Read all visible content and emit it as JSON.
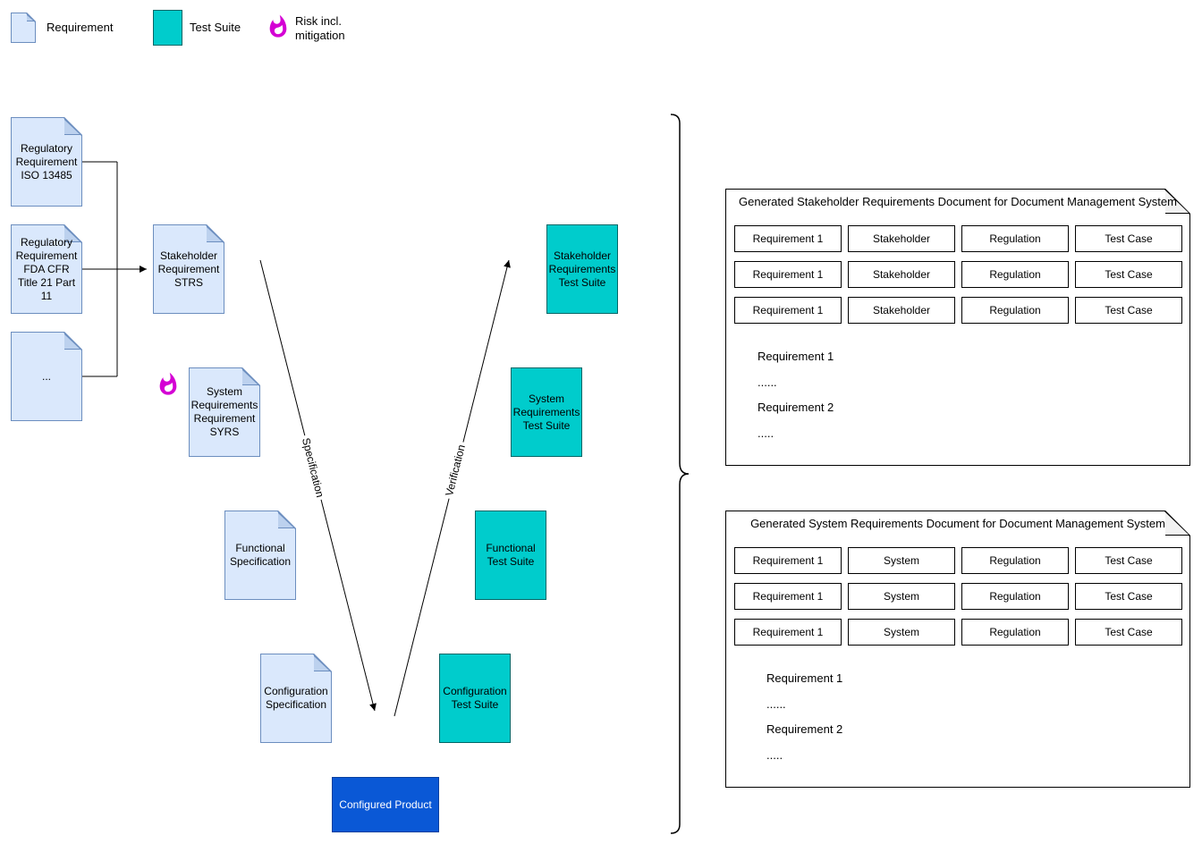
{
  "legend": {
    "requirement_label": "Requirement",
    "test_suite_label": "Test Suite",
    "risk_label": "Risk incl.\nmitigation"
  },
  "documents": {
    "reg_iso": "Regulatory Requirement ISO 13485",
    "reg_fda": "Regulatory Requirement FDA CFR Title 21 Part 11",
    "reg_more": "...",
    "strs": "Stakeholder Requirement STRS",
    "syrs": "System Requirements Requirement SYRS",
    "functional_spec": "Functional Specification",
    "config_spec": "Configuration Specification"
  },
  "test_suites": {
    "stakeholder": "Stakeholder Requirements Test Suite",
    "system": "System Requirements Test Suite",
    "functional": "Functional Test Suite",
    "configuration": "Configuration Test Suite"
  },
  "product": {
    "label": "Configured Product"
  },
  "arrows": {
    "specification": "Specification",
    "verification": "Verification"
  },
  "panels": [
    {
      "title": "Generated Stakeholder Requirements Document for Document Management System",
      "rows": [
        [
          "Requirement 1",
          "Stakeholder",
          "Regulation",
          "Test Case"
        ],
        [
          "Requirement 1",
          "Stakeholder",
          "Regulation",
          "Test Case"
        ],
        [
          "Requirement 1",
          "Stakeholder",
          "Regulation",
          "Test Case"
        ]
      ],
      "body_lines": [
        "Requirement 1",
        "......",
        "Requirement 2",
        "....."
      ]
    },
    {
      "title": "Generated System Requirements Document for Document Management System",
      "rows": [
        [
          "Requirement 1",
          "System",
          "Regulation",
          "Test Case"
        ],
        [
          "Requirement 1",
          "System",
          "Regulation",
          "Test Case"
        ],
        [
          "Requirement 1",
          "System",
          "Regulation",
          "Test Case"
        ]
      ],
      "body_lines": [
        "Requirement 1",
        "......",
        "Requirement 2",
        "....."
      ]
    }
  ],
  "colors": {
    "document_fill": "#dae8fc",
    "document_stroke": "#6c8ebf",
    "document_fold": "#bcd1ee",
    "test_suite_fill": "#00cccc",
    "test_suite_stroke": "#006666",
    "product_fill": "#0a58d6",
    "product_stroke": "#073f9e",
    "risk_flame": "#d400d4",
    "panel_fold": "#f2f2f2",
    "line_color": "#000000"
  }
}
